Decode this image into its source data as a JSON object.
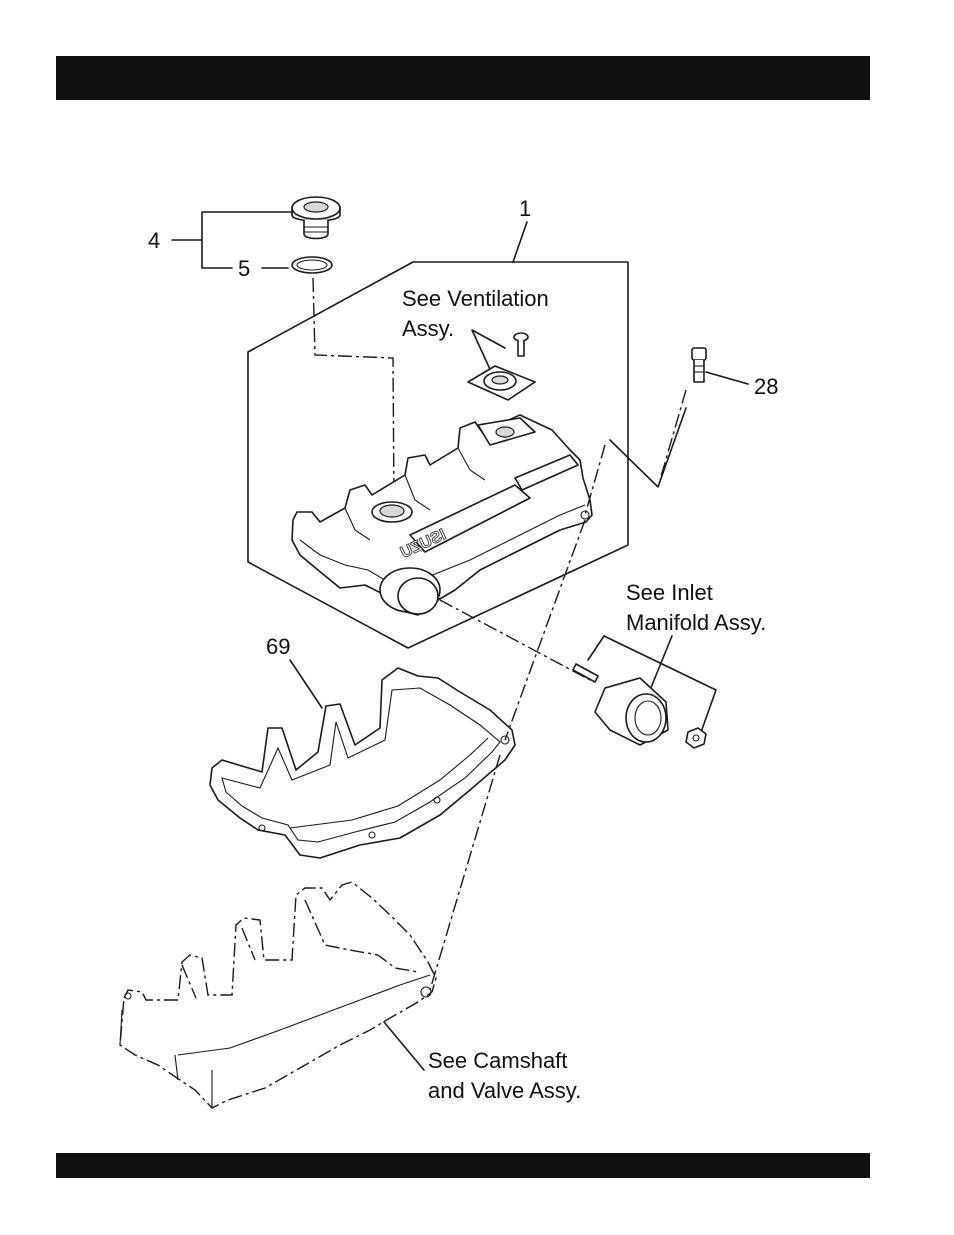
{
  "callouts": {
    "part_1": "1",
    "part_4": "4",
    "part_5": "5",
    "part_28": "28",
    "part_69": "69"
  },
  "notes": {
    "ventilation_line1": "See Ventilation",
    "ventilation_line2": "Assy.",
    "inlet_line1": "See Inlet",
    "inlet_line2": "Manifold Assy.",
    "camshaft_line1": "See Camshaft",
    "camshaft_line2": "and Valve Assy."
  },
  "cover_logo": "ISUZU"
}
